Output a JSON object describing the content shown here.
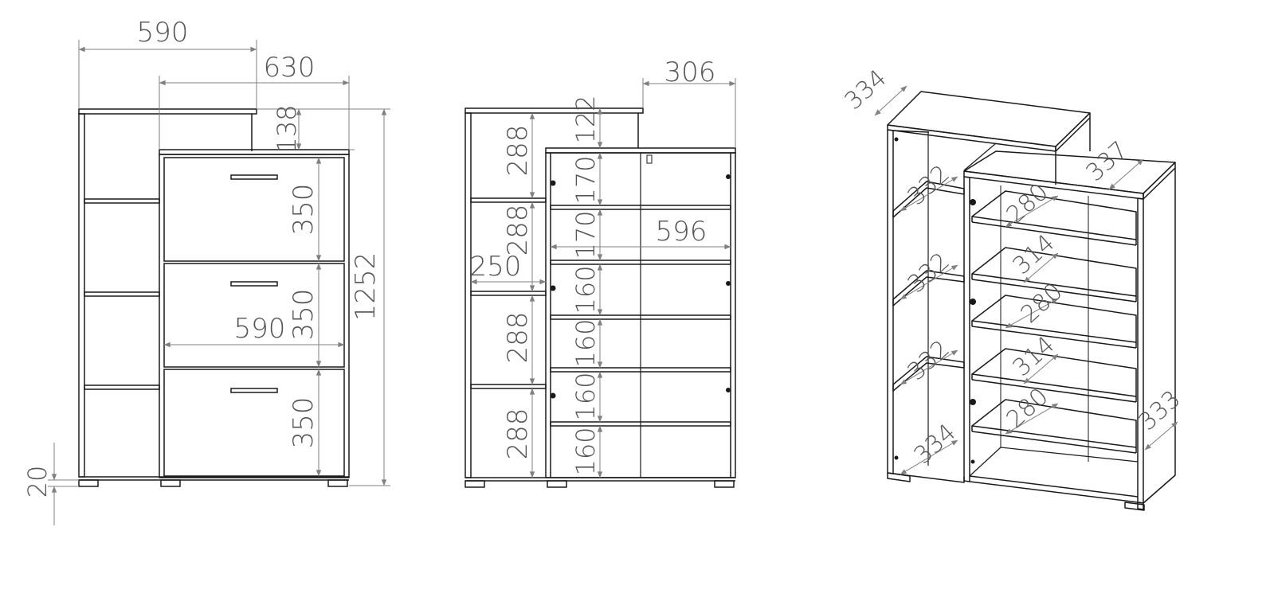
{
  "colors": {
    "line": "#1a1a1a",
    "dimension": "#808080",
    "label": "#555555",
    "background": "#ffffff"
  },
  "front_view": {
    "dim_width_body": "590",
    "dim_width_total": "630",
    "dim_top_step": "138",
    "dim_drawer_1": "350",
    "dim_drawer_2": "350",
    "dim_drawer_3": "350",
    "dim_inner_width": "590",
    "dim_height_total": "1252",
    "dim_feet": "20"
  },
  "open_view": {
    "dim_depth": "306",
    "dim_top": "122",
    "dim_left_1": "288",
    "dim_left_2": "288",
    "dim_left_3": "288",
    "dim_left_4": "288",
    "dim_shelf_1": "170",
    "dim_shelf_2": "170",
    "dim_shelf_3": "160",
    "dim_shelf_4": "160",
    "dim_shelf_5": "160",
    "dim_shelf_6": "160",
    "dim_inner_width": "596",
    "dim_left_width": "250"
  },
  "iso_view": {
    "dim_top_depth": "334",
    "dim_right_depth": "337",
    "dim_left_1": "332",
    "dim_left_2": "332",
    "dim_left_3": "332",
    "dim_bottom_left": "334",
    "dim_shoe_1": "280",
    "dim_shoe_2": "314",
    "dim_shoe_3": "280",
    "dim_shoe_4": "314",
    "dim_shoe_5": "280",
    "dim_side_depth": "333"
  }
}
